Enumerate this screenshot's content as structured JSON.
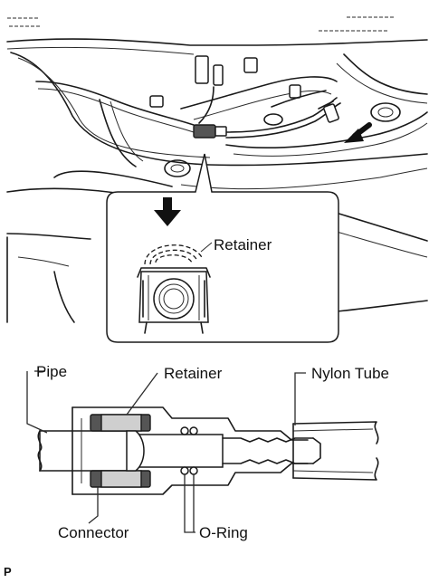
{
  "upper_view": {
    "callout_label": "Retainer"
  },
  "section_view": {
    "labels": {
      "pipe": "Pipe",
      "retainer": "Retainer",
      "nylon_tube": "Nylon Tube",
      "connector": "Connector",
      "o_ring": "O-Ring"
    }
  },
  "figure_code": "P"
}
